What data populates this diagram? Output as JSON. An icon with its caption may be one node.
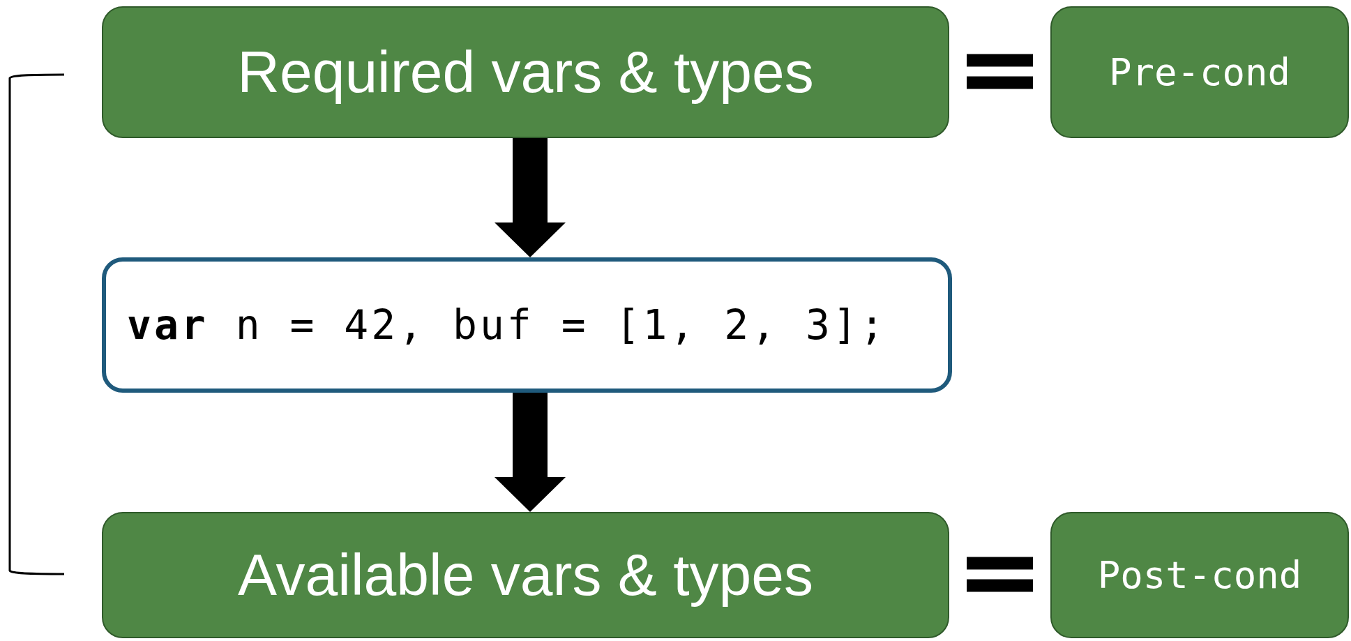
{
  "diagram": {
    "nodes": [
      {
        "text": [
          "Required vars & types"
        ]
      },
      {
        "text": [
          "Pre-cond"
        ]
      },
      {
        "text": [
          "**var** n = 42, buf = [1, 2, 3];"
        ]
      },
      {
        "text": [
          "Available vars & types"
        ]
      },
      {
        "text": [
          "Post-cond"
        ]
      }
    ],
    "edges": [
      {
        "from": 0,
        "to": 1,
        "arrow": "none"
      },
      {
        "from": 0,
        "to": 2,
        "arrow": "to",
        "style": "thick"
      },
      {
        "from": 2,
        "to": 3,
        "arrow": "to",
        "style": "thick"
      },
      {
        "from": 3,
        "to": 4,
        "arrow": "none"
      }
    ]
  }
}
